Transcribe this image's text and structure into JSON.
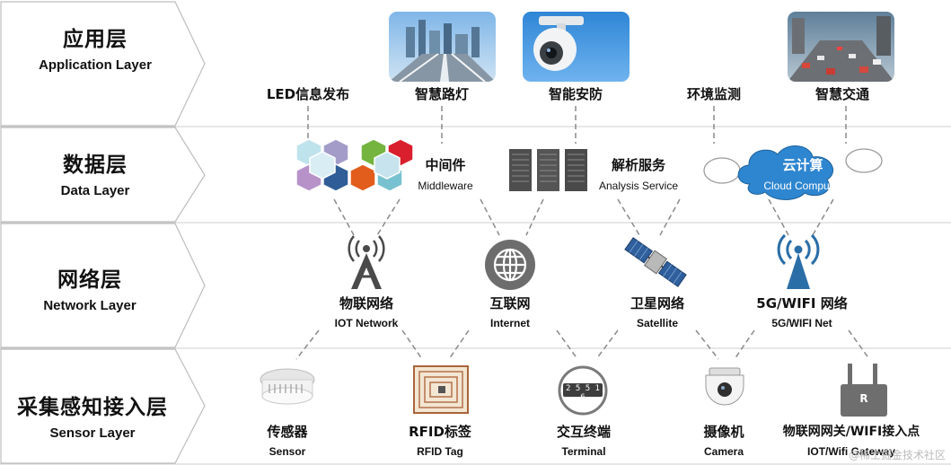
{
  "layers": [
    {
      "zh": "应用层",
      "en": "Application Layer"
    },
    {
      "zh": "数据层",
      "en": "Data Layer"
    },
    {
      "zh": "网络层",
      "en": "Network Layer"
    },
    {
      "zh": "采集感知接入层",
      "en": "Sensor Layer"
    }
  ],
  "application": {
    "items": [
      "LED信息发布",
      "智慧路灯",
      "智能安防",
      "环境监测",
      "智慧交通"
    ]
  },
  "data": {
    "middleware": {
      "zh": "中间件",
      "en": "Middleware"
    },
    "analysis": {
      "zh": "解析服务",
      "en": "Analysis Service"
    },
    "cloud": {
      "zh": "云计算",
      "en": "Cloud Computer"
    }
  },
  "network": {
    "items": [
      {
        "zh": "物联网络",
        "en": "IOT Network"
      },
      {
        "zh": "互联网",
        "en": "Internet"
      },
      {
        "zh": "卫星网络",
        "en": "Satellite"
      },
      {
        "zh": "5G/WIFI 网络",
        "en": "5G/WIFI  Net"
      }
    ]
  },
  "sensor": {
    "items": [
      {
        "zh": "传感器",
        "en": "Sensor"
      },
      {
        "zh": "RFID标签",
        "en": "RFID Tag"
      },
      {
        "zh": "交互终端",
        "en": "Terminal"
      },
      {
        "zh": "摄像机",
        "en": "Camera"
      },
      {
        "zh": "物联网网关/WIFI接入点",
        "en": "IOT/Wifi Gateway"
      }
    ],
    "terminal_digits": "2 5 5 1 6",
    "router_letter": "R"
  },
  "watermark": "@稀土掘金技术社区",
  "colors": {
    "accent": "#1f6fb0",
    "line": "#8a8a8a",
    "cloud": "#2e86d0"
  }
}
